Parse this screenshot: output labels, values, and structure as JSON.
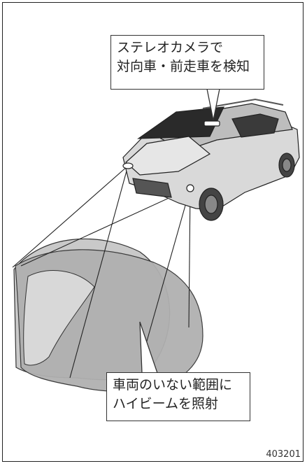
{
  "callouts": {
    "camera": {
      "line1": "ステレオカメラで",
      "line2": "対向車・前走車を検知"
    },
    "beam": {
      "line1": "車両のいない範囲に",
      "line2": "ハイビームを照射"
    }
  },
  "figure_number": "403201"
}
